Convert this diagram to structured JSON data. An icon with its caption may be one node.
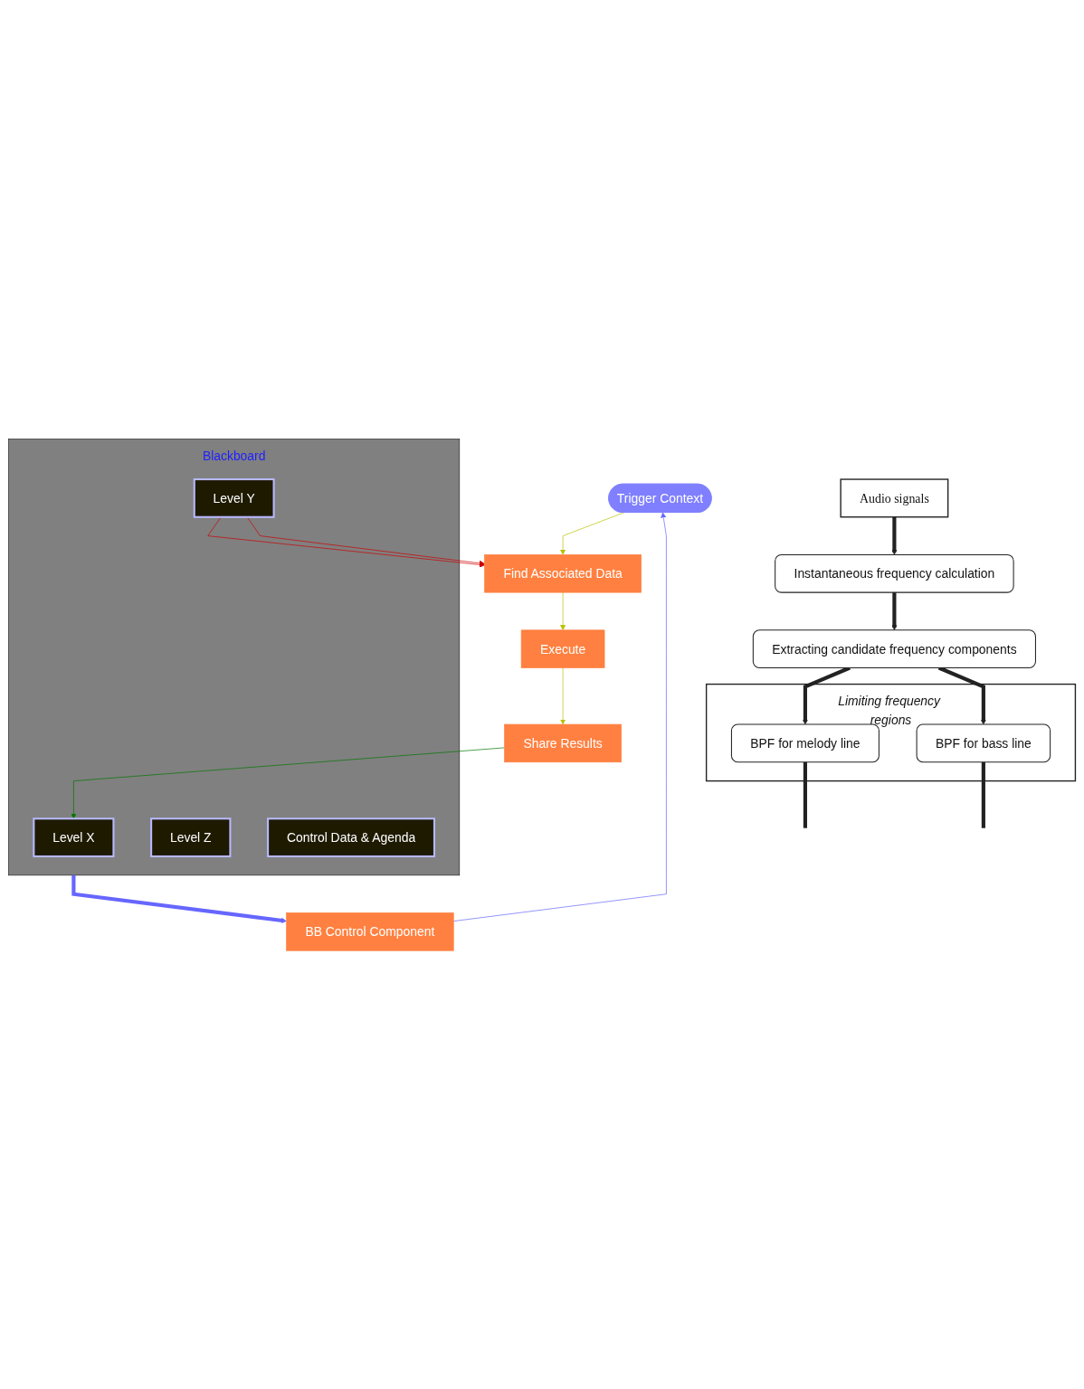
{
  "diagram": {
    "nodes": [
      {
        "text": [
          "Audio signals"
        ]
      },
      {
        "text": [
          "Instantaneous frequency calculation"
        ]
      },
      {
        "text": [
          "Extracting candidate frequency components"
        ]
      },
      {
        "text": [
          "Limiting frequency regions"
        ]
      },
      {
        "text": [
          "BPF for melody line"
        ],
        "in": 3
      },
      {
        "text": [
          "BPF for bass line"
        ],
        "in": 3
      },
      {
        "text": [
          "Trigger Context"
        ]
      },
      {
        "text": [
          "BB Control Component"
        ]
      },
      {
        "text": [
          "Find Associated Data"
        ]
      },
      {
        "text": [
          "Execute"
        ]
      },
      {
        "text": [
          "Share Results"
        ]
      },
      {
        "text": [
          "Blackboard"
        ]
      },
      {
        "text": [
          "Level X"
        ],
        "in": 11
      },
      {
        "text": [
          "Level Y"
        ],
        "in": 11
      },
      {
        "text": [
          "Level Z"
        ],
        "in": 11
      },
      {
        "text": [
          "Control Data & Agenda"
        ],
        "in": 11
      }
    ],
    "edges": [
      {
        "from": 0,
        "to": 1,
        "arrow": "to",
        "style": "thick"
      },
      {
        "from": 1,
        "to": 2,
        "arrow": "to",
        "style": "thick"
      },
      {
        "from": 2,
        "to": 4,
        "arrow": "to",
        "style": "thick"
      },
      {
        "from": 2,
        "to": 5,
        "arrow": "to",
        "style": "thick"
      },
      {
        "from": 4,
        "to": null,
        "arrow": "none",
        "style": "thick"
      },
      {
        "from": 5,
        "to": null,
        "arrow": "none",
        "style": "thick"
      },
      {
        "from": 7,
        "to": 6,
        "arrow": "to",
        "color": "#6666ff"
      },
      {
        "from": 6,
        "to": 8,
        "arrow": "to",
        "color": "#b8c000"
      },
      {
        "from": 8,
        "to": 9,
        "arrow": "to",
        "color": "#b8c000"
      },
      {
        "from": 9,
        "to": 10,
        "arrow": "to",
        "color": "#b8c000"
      },
      {
        "from": 11,
        "to": 7,
        "arrow": "to",
        "style": "thick",
        "color": "#6666ff"
      },
      {
        "from": 13,
        "to": 8,
        "arrow": "to",
        "color": "#cc0000"
      },
      {
        "from": 13,
        "to": 8,
        "arrow": "to",
        "color": "#cc0000"
      },
      {
        "from": 10,
        "to": 12,
        "arrow": "to",
        "color": "#007700"
      }
    ]
  }
}
